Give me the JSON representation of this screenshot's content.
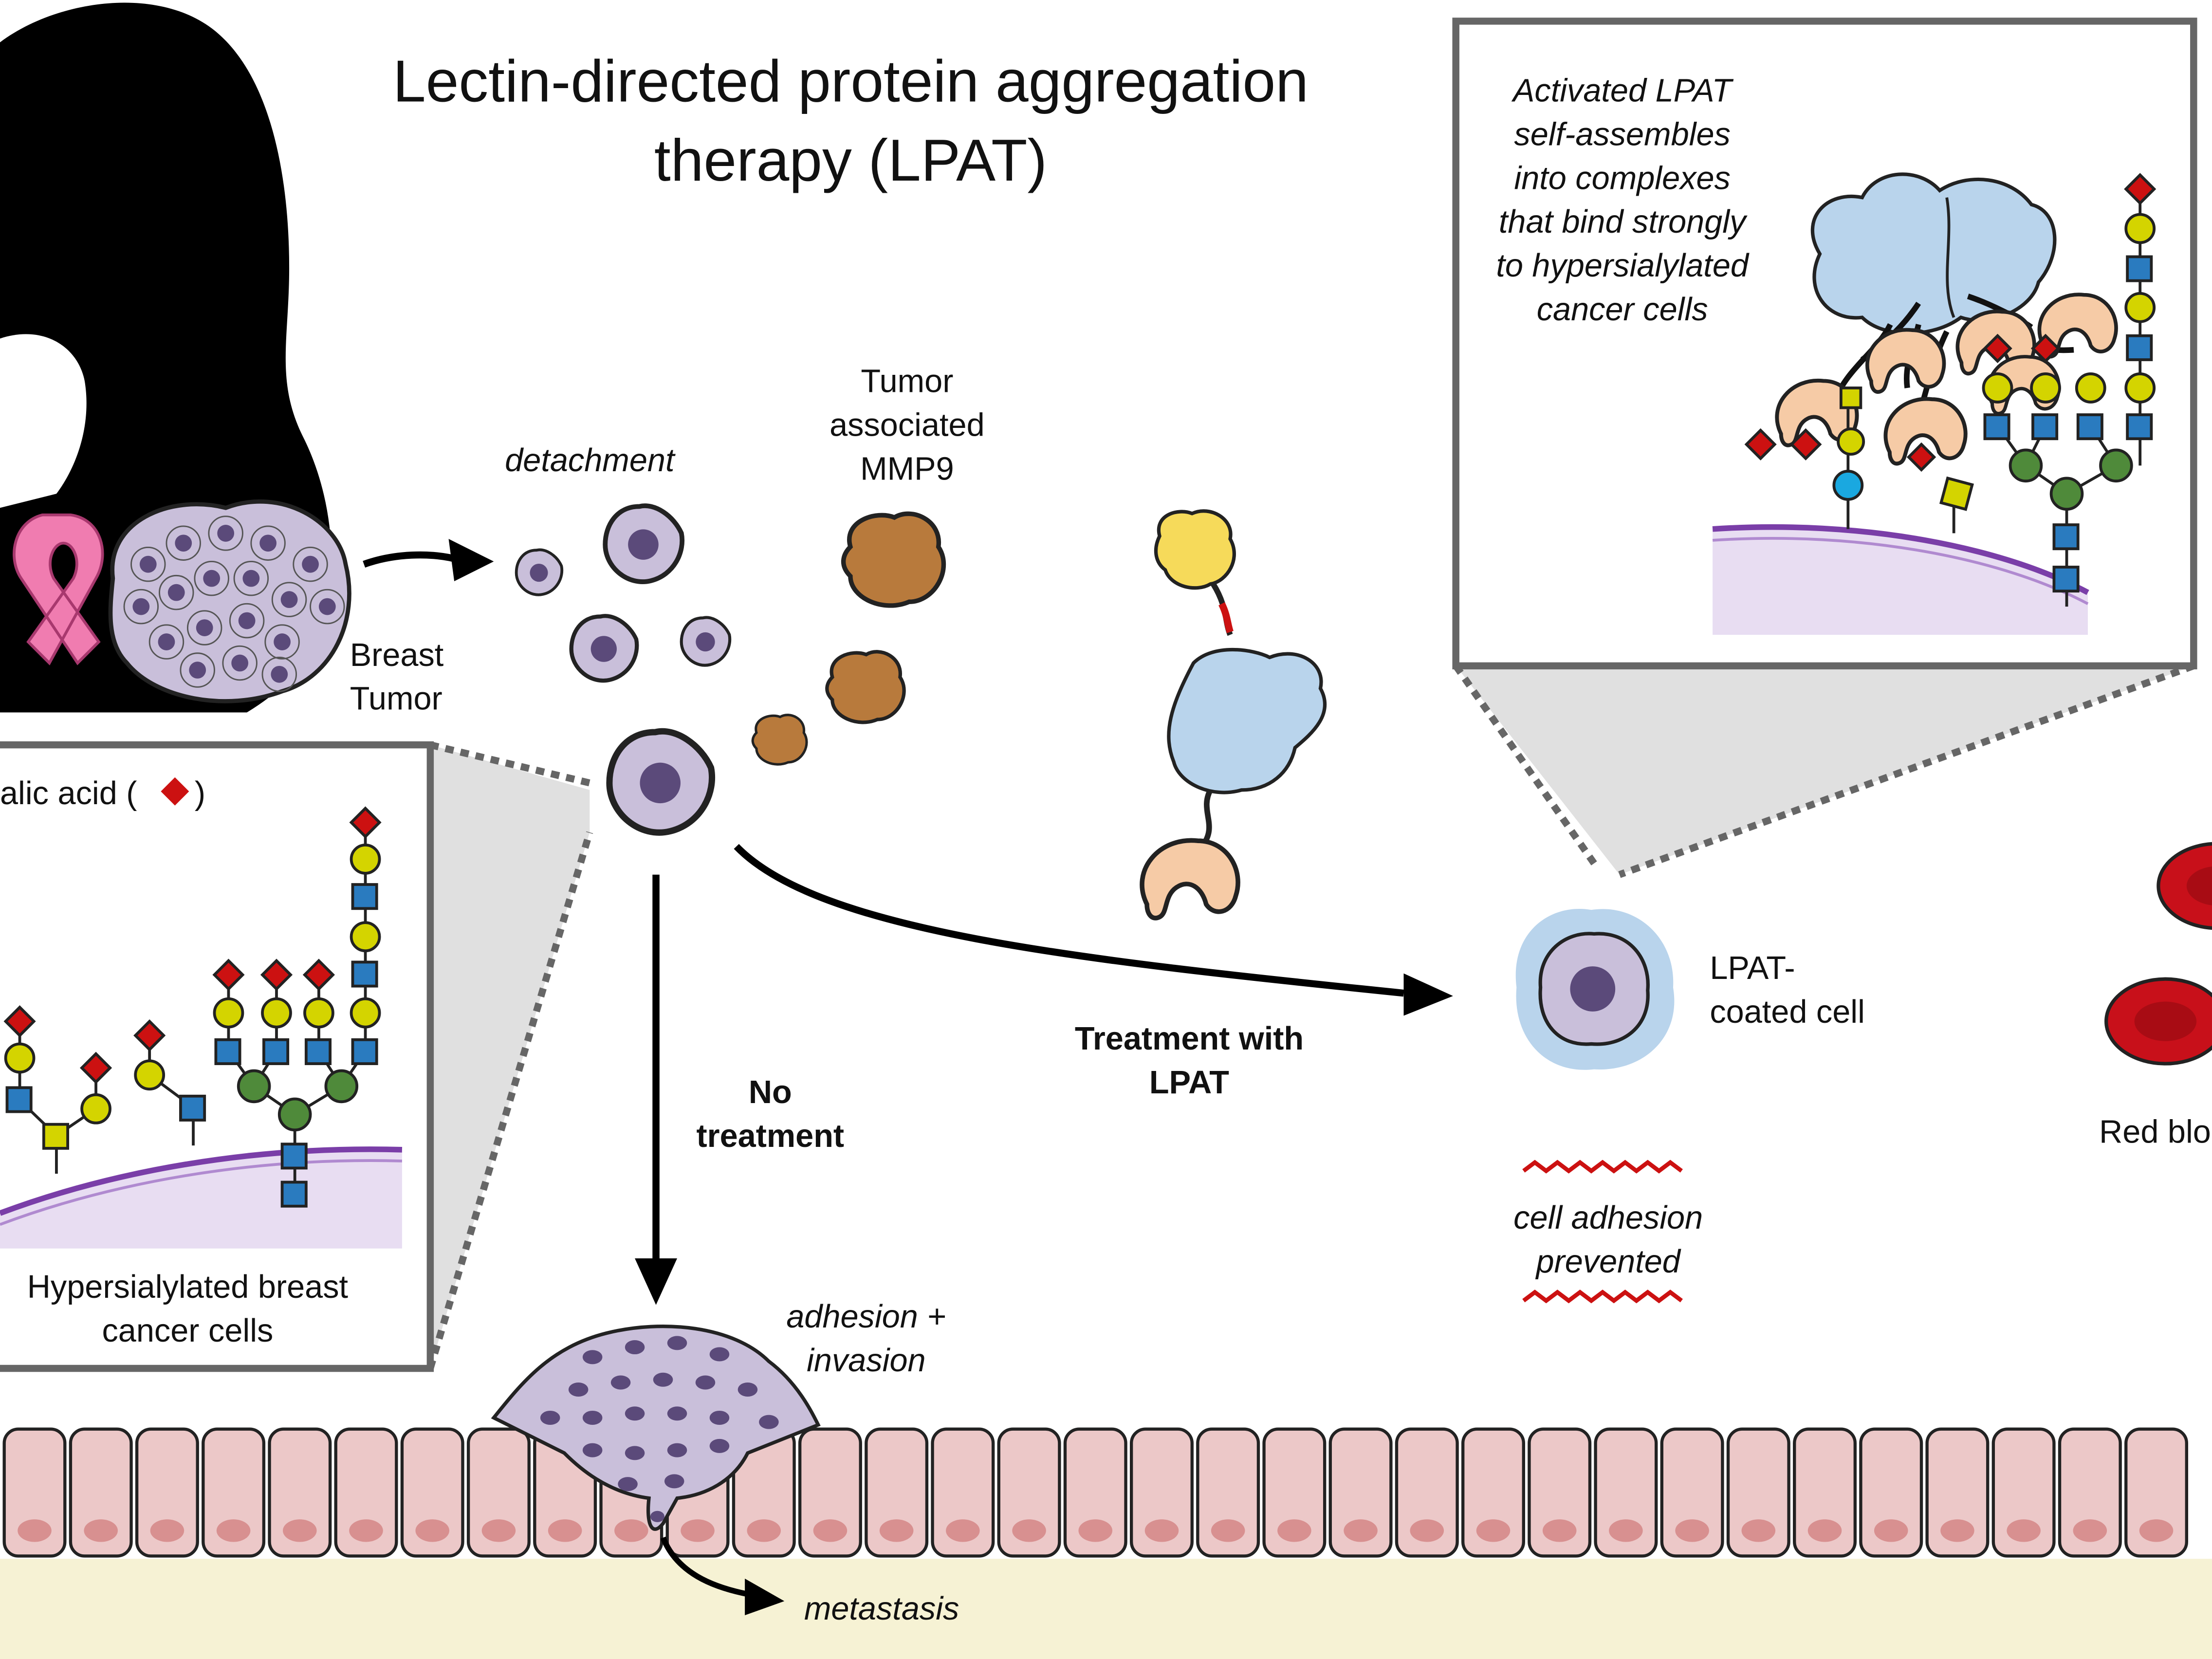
{
  "title": {
    "line1": "Lectin-directed protein aggregation",
    "line2": "therapy (LPAT)"
  },
  "labels": {
    "breast_tumor_1": "Breast",
    "breast_tumor_2": "Tumor",
    "detachment": "detachment",
    "mmp9_1": "Tumor",
    "mmp9_2": "associated",
    "mmp9_3": "MMP9",
    "treatment_1": "Treatment with",
    "treatment_2": "LPAT",
    "no_treatment_1": "No",
    "no_treatment_2": "treatment",
    "lpat_coated_1": "LPAT-",
    "lpat_coated_2": "coated cell",
    "adhesion_prevented_1": "cell adhesion",
    "adhesion_prevented_2": "prevented",
    "adhesion_invasion_1": "adhesion +",
    "adhesion_invasion_2": "invasion",
    "metastasis": "metastasis",
    "red_blood": "Red blo"
  },
  "left_inset": {
    "sialic_label_pre": "alic acid (",
    "sialic_label_post": ")",
    "caption_1": "Hypersialylated breast",
    "caption_2": "cancer cells"
  },
  "right_inset": {
    "line1": "Activated LPAT",
    "line2": "self-assembles",
    "line3": "into complexes",
    "line4": "that bind strongly",
    "line5": "to hypersialylated",
    "line6": "cancer cells"
  },
  "colors": {
    "sialic_acid": "#cc1111",
    "galactose": "#d4d400",
    "glcnac": "#2a7bbf",
    "mannose": "#4f8a3a",
    "galnac": "#d4d400",
    "fucose_cyan": "#1aa8e0",
    "cancer_cell": "#c9bfda",
    "nucleus": "#5b4a7a",
    "mmp9": "#b87a3c",
    "lectin": "#f6cba6",
    "lpat_core": "#b9d4ec",
    "lpat_top": "#f6da5a",
    "membrane": "#7a3ea8",
    "cytoplasm": "#e8ddf2",
    "endothelium": "#ecc8c8",
    "endo_nucleus": "#d89090",
    "stroma": "#f6f2d4",
    "ribbon": "#f07cb0",
    "rbc": "#c8101a"
  },
  "icons": [
    "ribbon-icon",
    "tumor-cluster-icon",
    "cancer-cell-icon",
    "mmp9-enzyme-icon",
    "lpat-construct-icon",
    "red-blood-cell-icon",
    "glycan-icon"
  ]
}
